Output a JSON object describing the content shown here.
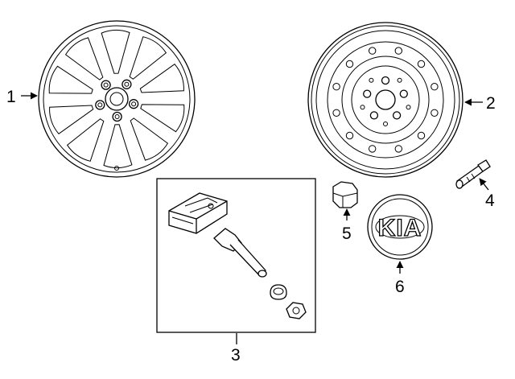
{
  "callouts": {
    "c1": "1",
    "c2": "2",
    "c3": "3",
    "c4": "4",
    "c5": "5",
    "c6": "6"
  },
  "cap_logo": "KIA"
}
